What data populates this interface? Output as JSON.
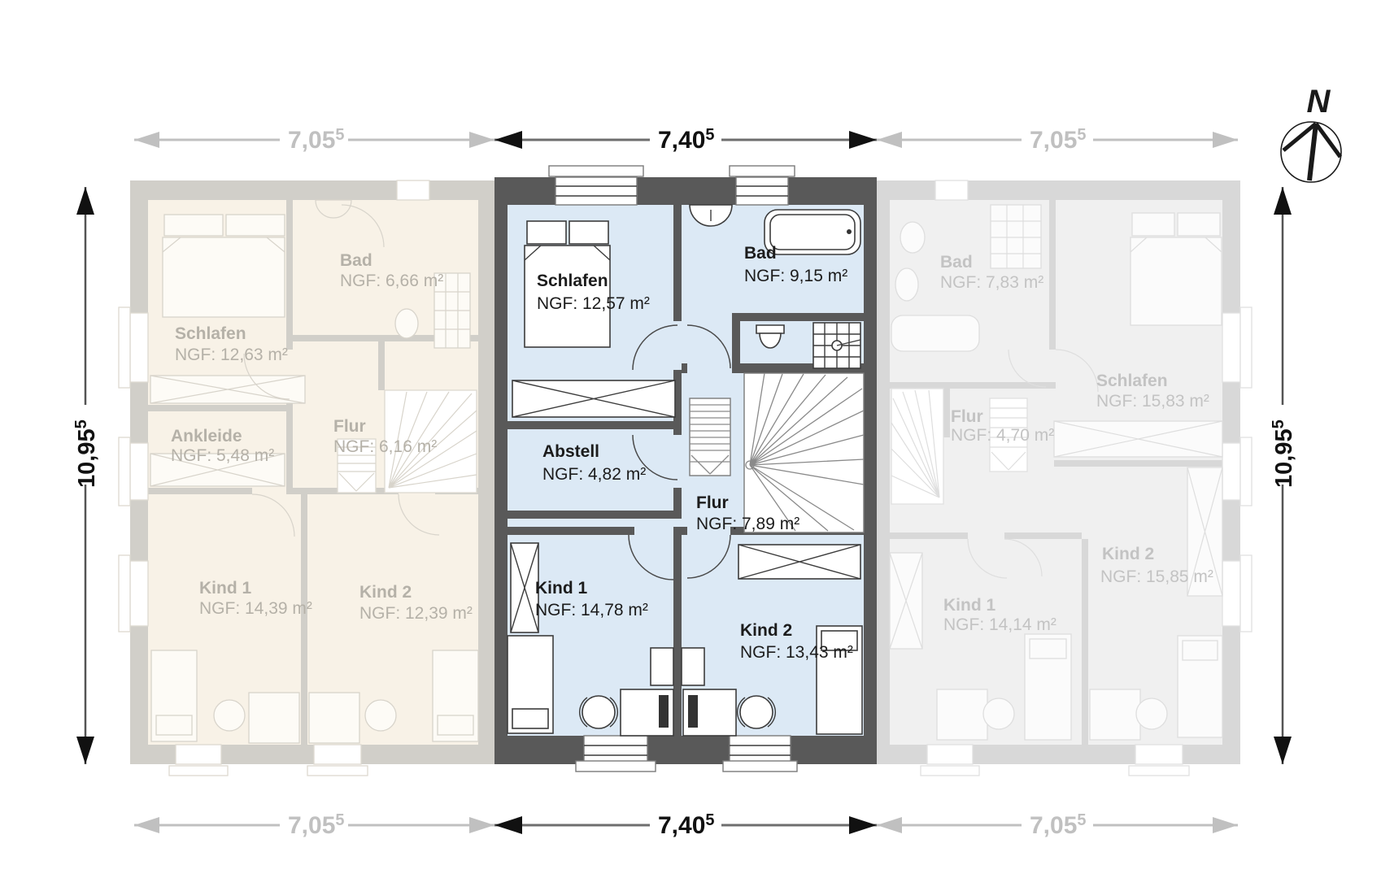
{
  "compass": {
    "north": "N"
  },
  "dimensions": {
    "top": {
      "left": {
        "value": "7,05",
        "sup": "5"
      },
      "center": {
        "value": "7,40",
        "sup": "5"
      },
      "right": {
        "value": "7,05",
        "sup": "5"
      }
    },
    "bottom": {
      "left": {
        "value": "7,05",
        "sup": "5"
      },
      "center": {
        "value": "7,40",
        "sup": "5"
      },
      "right": {
        "value": "7,05",
        "sup": "5"
      }
    },
    "side_left": {
      "value": "10,95",
      "sup": "5"
    },
    "side_right": {
      "value": "10,95",
      "sup": "5"
    }
  },
  "units": {
    "left": {
      "state": "inactive",
      "rooms": [
        {
          "name": "Schlafen",
          "area": "NGF: 12,63 m²"
        },
        {
          "name": "Bad",
          "area": "NGF: 6,66 m²"
        },
        {
          "name": "Ankleide",
          "area": "NGF: 5,48 m²"
        },
        {
          "name": "Flur",
          "area": "NGF: 6,16 m²"
        },
        {
          "name": "Kind 1",
          "area": "NGF: 14,39 m²"
        },
        {
          "name": "Kind 2",
          "area": "NGF: 12,39 m²"
        }
      ]
    },
    "center": {
      "state": "active",
      "rooms": [
        {
          "name": "Schlafen",
          "area": "NGF: 12,57 m²"
        },
        {
          "name": "Bad",
          "area": "NGF: 9,15 m²"
        },
        {
          "name": "Abstell",
          "area": "NGF: 4,82 m²"
        },
        {
          "name": "Flur",
          "area": "NGF: 7,89 m²"
        },
        {
          "name": "Kind 1",
          "area": "NGF: 14,78 m²"
        },
        {
          "name": "Kind 2",
          "area": "NGF: 13,43 m²"
        }
      ]
    },
    "right": {
      "state": "inactive",
      "rooms": [
        {
          "name": "Bad",
          "area": "NGF: 7,83 m²"
        },
        {
          "name": "Flur",
          "area": "NGF: 4,70 m²"
        },
        {
          "name": "Schlafen",
          "area": "NGF: 15,83 m²"
        },
        {
          "name": "Kind 1",
          "area": "NGF: 14,14 m²"
        },
        {
          "name": "Kind 2",
          "area": "NGF: 15,85 m²"
        }
      ]
    }
  },
  "colors": {
    "active_room_fill": "#dce9f5",
    "active_wall": "#595959",
    "left_unit_fill": "#f8f2e7",
    "left_unit_wall": "#d1cfc9",
    "right_unit_fill": "#f0f0f0",
    "right_unit_wall": "#d8d8d8",
    "dim_inactive": "#c0c0c0",
    "dim_active": "#111111"
  }
}
